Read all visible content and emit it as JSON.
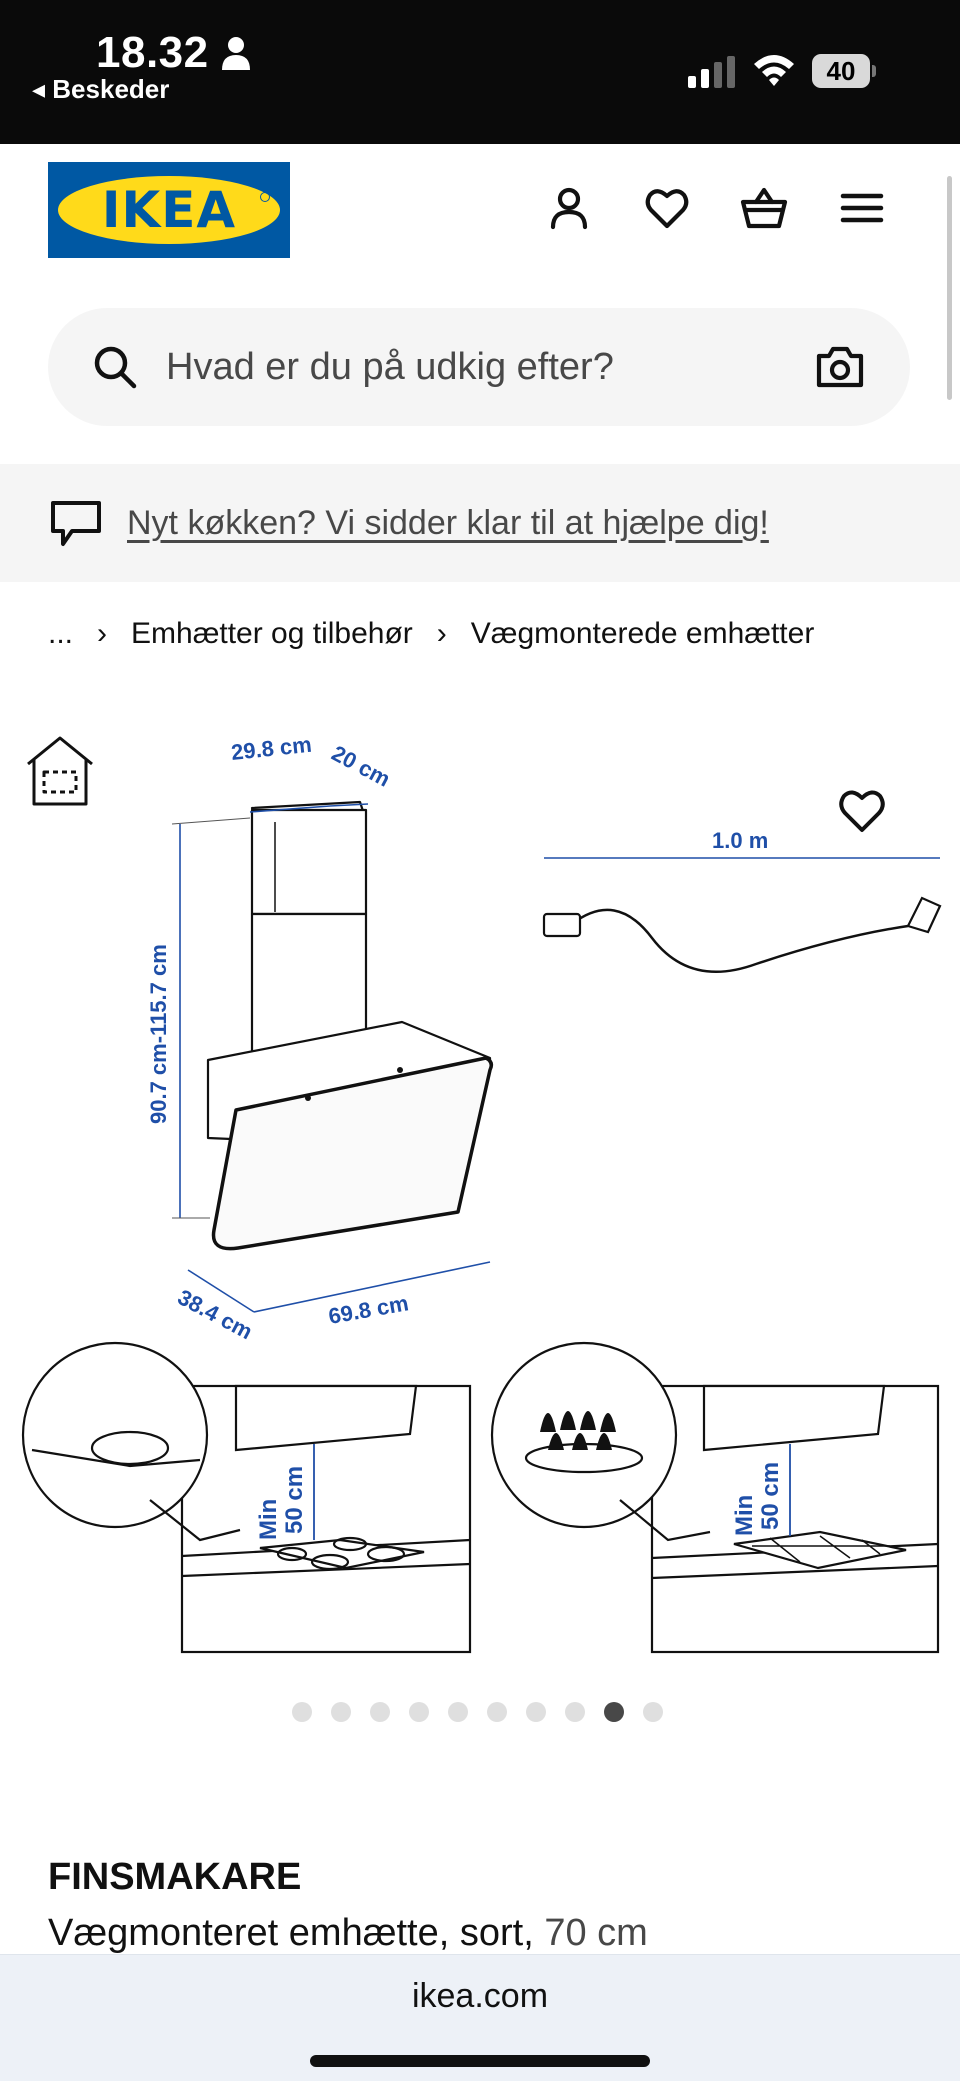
{
  "status_bar": {
    "time": "18.32",
    "back_label": "Beskeder",
    "battery": "40"
  },
  "header": {
    "logo_text": "IKEA",
    "icons": [
      "account-icon",
      "favorites-icon",
      "basket-icon",
      "menu-icon"
    ]
  },
  "search": {
    "placeholder": "Hvad er du på udkig efter?"
  },
  "banner": {
    "link_text": "Nyt køkken? Vi sidder klar til at hjælpe dig!"
  },
  "breadcrumb": {
    "items": [
      "...",
      "Emhætter og tilbehør",
      "Vægmonterede emhætter"
    ]
  },
  "product_image": {
    "dimensions": {
      "width_top": "29.8 cm",
      "depth_top": "20 cm",
      "height": "90.7 cm-115.7 cm",
      "depth": "38.4 cm",
      "width": "69.8 cm",
      "cable": "1.0 m"
    },
    "clearance": {
      "min_label": "Min",
      "distance": "50 cm"
    }
  },
  "carousel": {
    "count": 10,
    "active_index": 8
  },
  "product": {
    "name": "FINSMAKARE",
    "description": "Vægmonteret emhætte, sort,",
    "size": "70 cm"
  },
  "browser": {
    "url": "ikea.com"
  },
  "colors": {
    "ikea_blue": "#0058a3",
    "ikea_yellow": "#ffda1a",
    "dimension_blue": "#1f4fa8"
  }
}
